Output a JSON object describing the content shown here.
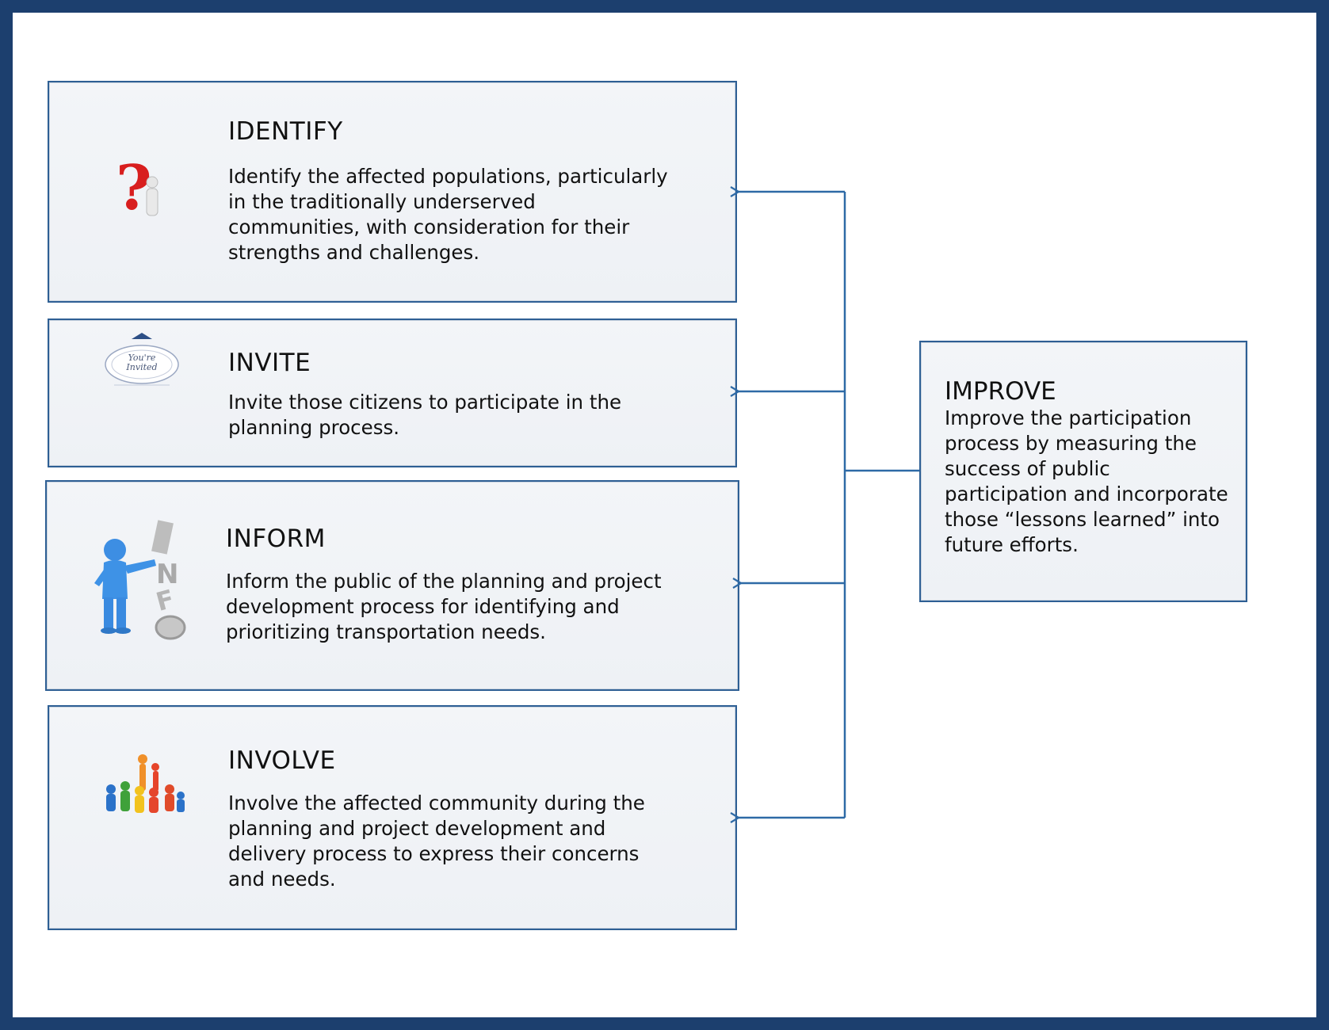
{
  "steps": [
    {
      "id": "identify",
      "title": "IDENTIFY",
      "description": "Identify the affected populations, particularly in the traditionally underserved communities, with consideration for their strengths and challenges.",
      "icon": "question-mark-figure-icon"
    },
    {
      "id": "invite",
      "title": "INVITE",
      "description": "Invite those citizens to participate in the planning process.",
      "icon": "invitation-card-icon",
      "icon_text": "You're Invited"
    },
    {
      "id": "inform",
      "title": "INFORM",
      "description": "Inform the public of the planning and project development process for identifying and prioritizing transportation needs.",
      "icon": "person-info-letters-icon"
    },
    {
      "id": "involve",
      "title": "INVOLVE",
      "description": "Involve the affected community during the planning and project development and delivery process to express their concerns and needs.",
      "icon": "group-of-people-icon"
    }
  ],
  "improve": {
    "title": "IMPROVE",
    "description": "Improve the participation process by measuring the success of public participation and incorporate those “lessons learned” into future efforts."
  },
  "colors": {
    "frame": "#1c3f6e",
    "box_border": "#2e5f94",
    "connector": "#2e6aa6"
  }
}
